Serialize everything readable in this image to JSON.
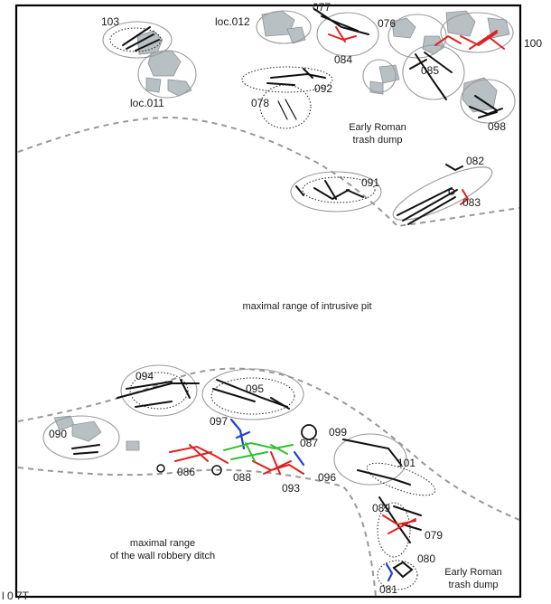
{
  "labels": {
    "b103": "103",
    "b077": "077",
    "b076": "076",
    "b100": "100",
    "b084": "084",
    "b085": "085",
    "b092": "092",
    "b078": "078",
    "b098": "098",
    "b091": "091",
    "b082": "082",
    "b083": "083",
    "b094": "094",
    "b095": "095",
    "b099": "099",
    "b097": "097",
    "b087": "087",
    "b090": "090",
    "b086": "086",
    "b088": "088",
    "b093": "093",
    "b096": "096",
    "b101": "101",
    "b089": "089",
    "b079": "079",
    "b080": "080",
    "b081": "081",
    "loc012": "loc.012",
    "loc011": "loc.011"
  },
  "zones": {
    "roman_top_1": "Early Roman",
    "roman_top_2": "trash dump",
    "pit": "maximal range of intrusive pit",
    "ditch_1": "maximal range",
    "ditch_2": "of the wall robbery ditch",
    "roman_bottom_1": "Early Roman",
    "roman_bottom_2": "trash dump"
  },
  "footer": "l    0 7T",
  "colors": {
    "red_burials": "#e02020",
    "blue_burials": "#2040d0",
    "green_burials": "#30c030",
    "stones": "#b8c0c4"
  }
}
